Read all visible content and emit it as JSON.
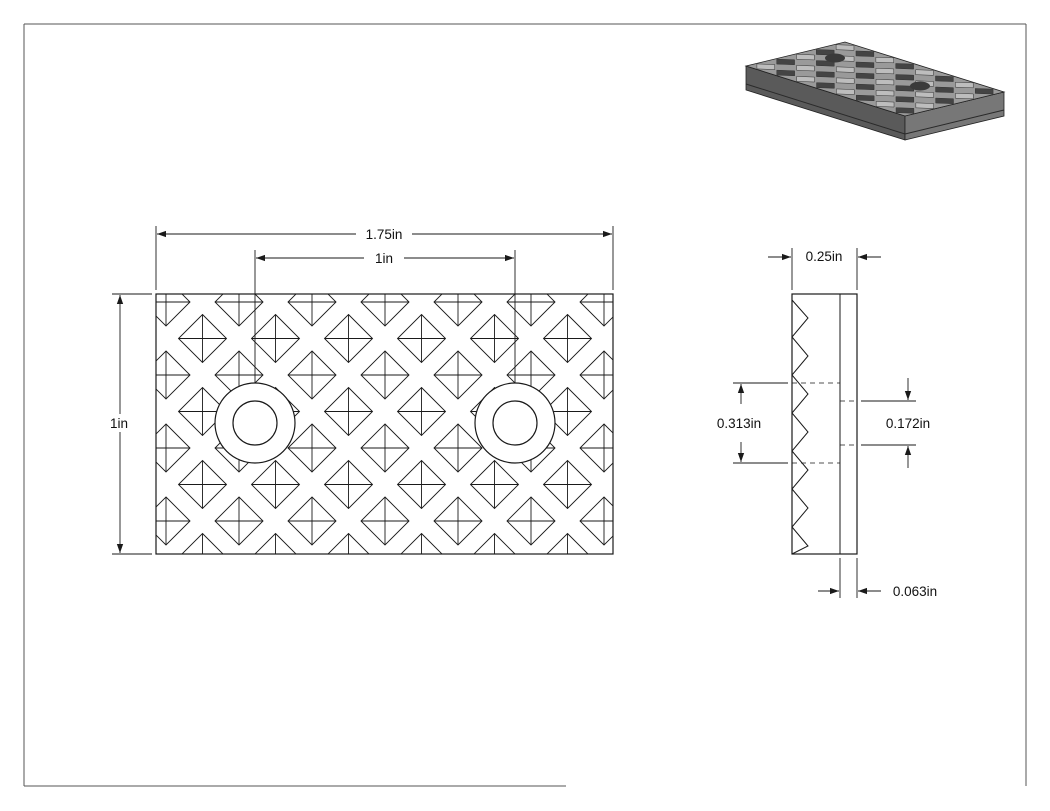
{
  "drawing": {
    "line_color": "#1a1a1a",
    "part_fill": "#ffffff",
    "iso_top_color": "#9a9a9a",
    "iso_dark_color": "#444444",
    "iso_side_color": "#6a6a6a"
  },
  "front_view": {
    "overall_width": "1.75in",
    "hole_spacing": "1in",
    "overall_height": "1in"
  },
  "side_view": {
    "thickness": "0.25in",
    "counterbore_dia": "0.313in",
    "hole_dia": "0.172in",
    "base_thickness": "0.063in"
  },
  "isometric_view": {
    "icon": "isometric-part-icon"
  }
}
